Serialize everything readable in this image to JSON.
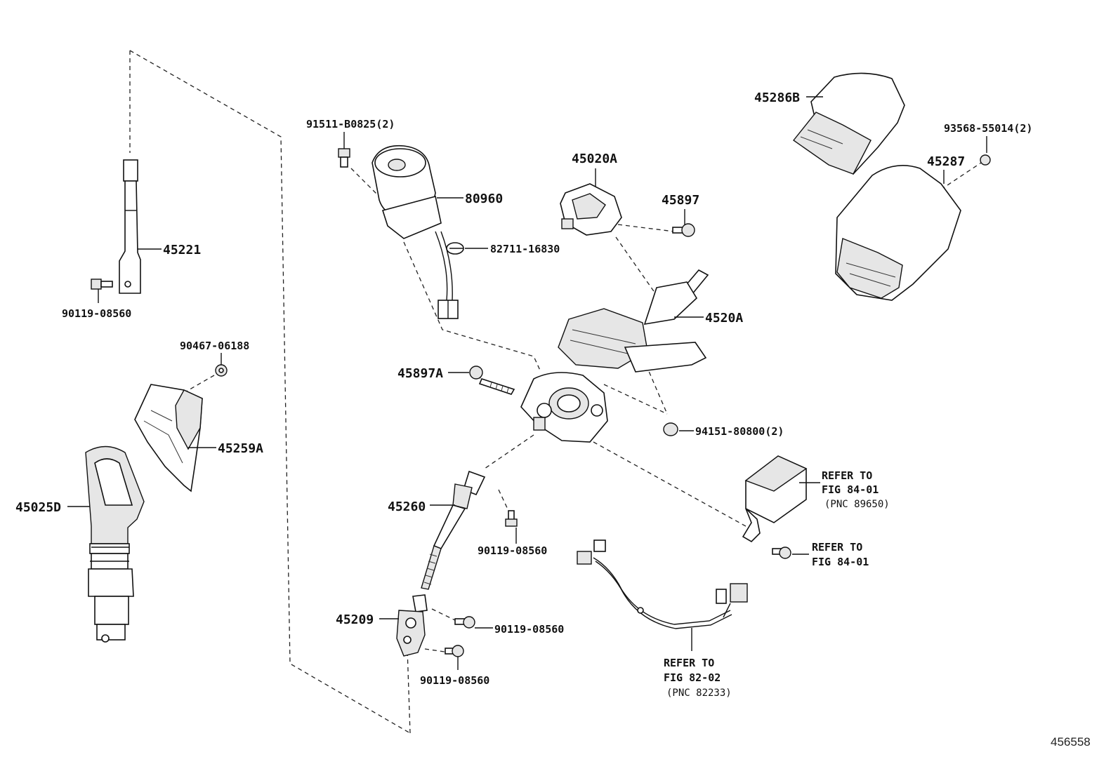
{
  "labels": {
    "p45221": "45221",
    "p90119_a": "90119-08560",
    "p90467": "90467-06188",
    "p45259A": "45259A",
    "p45025D": "45025D",
    "p91511": "91511-B0825(2)",
    "p80960": "80960",
    "p82711": "82711-16830",
    "p45020A": "45020A",
    "p45897": "45897",
    "p4520A": "4520A",
    "p45897A": "45897A",
    "p94151": "94151-80800(2)",
    "p45260": "45260",
    "p90119_b": "90119-08560",
    "p45209": "45209",
    "p90119_c": "90119-08560",
    "p90119_d": "90119-08560",
    "p45286B": "45286B",
    "p93568": "93568-55014(2)",
    "p45287": "45287",
    "ref1_line1": "REFER TO",
    "ref1_line2": "FIG 84-01",
    "ref1_line3": "(PNC 89650)",
    "ref2_line1": "REFER TO",
    "ref2_line2": "FIG 84-01",
    "ref3_line1": "REFER TO",
    "ref3_line2": "FIG 82-02",
    "ref3_line3": "(PNC 82233)"
  },
  "illustration_id": "456558"
}
